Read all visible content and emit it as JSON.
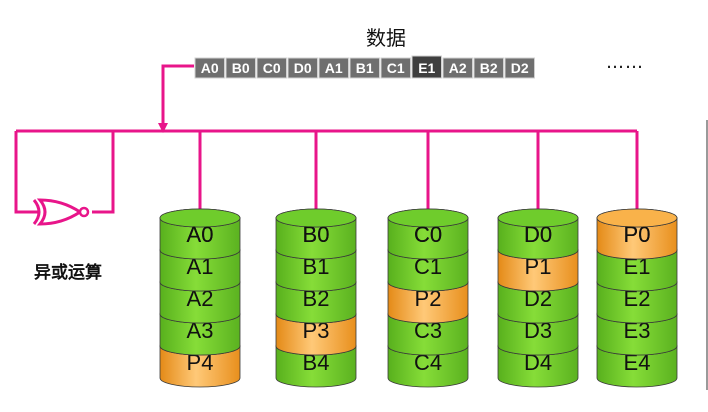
{
  "title": "数据",
  "ellipsis": "……",
  "xor_label": "异或运算",
  "data_blocks": [
    "A0",
    "B0",
    "C0",
    "D0",
    "A1",
    "B1",
    "C1",
    "E1",
    "A2",
    "B2",
    "D2"
  ],
  "highlighted_block": "E1",
  "disks": [
    {
      "cells": [
        "A0",
        "A1",
        "A2",
        "A3",
        "P4"
      ],
      "parity_index": 4
    },
    {
      "cells": [
        "B0",
        "B1",
        "B2",
        "P3",
        "B4"
      ],
      "parity_index": 3
    },
    {
      "cells": [
        "C0",
        "C1",
        "P2",
        "C3",
        "C4"
      ],
      "parity_index": 2
    },
    {
      "cells": [
        "D0",
        "P1",
        "D2",
        "D3",
        "D4"
      ],
      "parity_index": 1
    },
    {
      "cells": [
        "P0",
        "E1",
        "E2",
        "E3",
        "E4"
      ],
      "parity_index": 0
    }
  ],
  "colors": {
    "arrow": "#e8158a",
    "data_block": "#6f6f6f",
    "data_block_highlight": "#3f3f3f",
    "disk_green": "#76d02c",
    "disk_parity": "#f7ac3a"
  }
}
